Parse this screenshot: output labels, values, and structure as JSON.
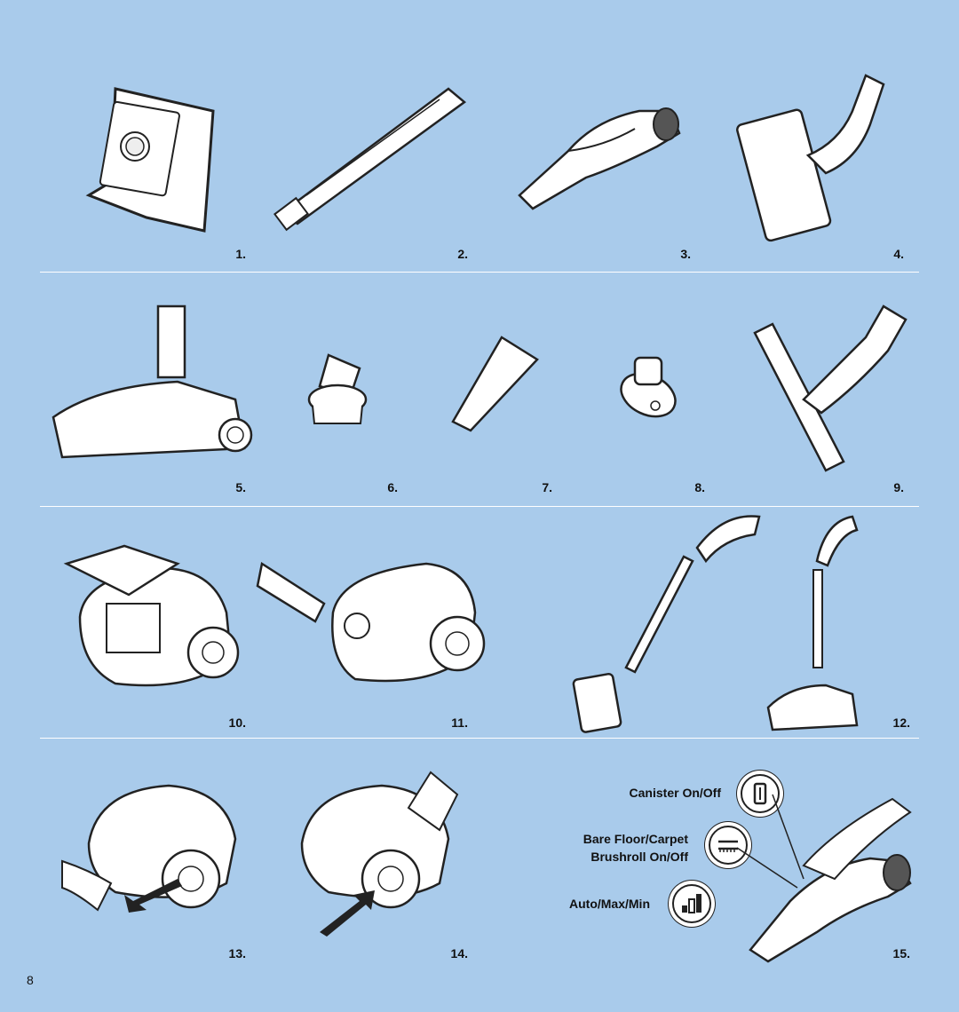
{
  "items": [
    {
      "label": "1."
    },
    {
      "label": "2."
    },
    {
      "label": "3."
    },
    {
      "label": "4."
    },
    {
      "label": "5."
    },
    {
      "label": "6."
    },
    {
      "label": "7."
    },
    {
      "label": "8."
    },
    {
      "label": "9."
    },
    {
      "label": "10."
    },
    {
      "label": "11."
    },
    {
      "label": "12."
    },
    {
      "label": "13."
    },
    {
      "label": "14."
    },
    {
      "label": "15."
    }
  ],
  "controls": {
    "canister": "Canister On/Off",
    "brushroll_line1": "Bare Floor/Carpet",
    "brushroll_line2": "Brushroll On/Off",
    "auto": "Auto/Max/Min"
  },
  "page_number": "8",
  "colors": {
    "background": "#a9cbeb",
    "rule": "#ffffff",
    "ink": "#111111"
  }
}
